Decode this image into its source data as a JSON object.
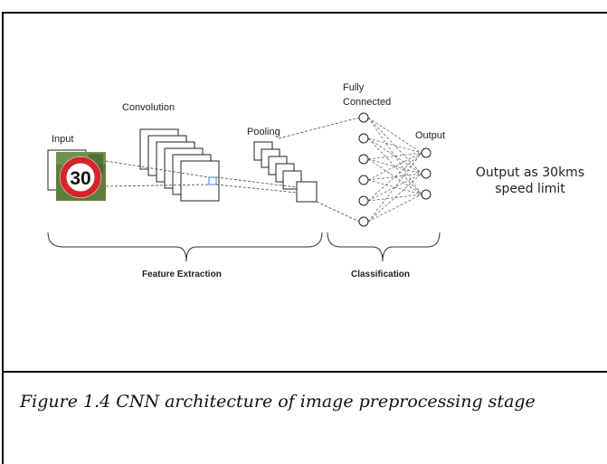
{
  "diagram": {
    "labels": {
      "input": "Input",
      "convolution": "Convolution",
      "pooling": "Pooling",
      "fully_connected_line1": "Fully",
      "fully_connected_line2": "Connected",
      "output": "Output",
      "feature_extraction": "Feature Extraction",
      "classification": "Classification"
    },
    "sign": {
      "speed_value": "30",
      "ring_color": "#d7242b",
      "background_color": "#5f7d3c"
    },
    "network": {
      "fully_connected_nodes": 6,
      "output_nodes": 3
    }
  },
  "note": {
    "line1": "Output as 30kms",
    "line2": "speed limit"
  },
  "caption": {
    "text": "Figure 1.4 CNN architecture of image preprocessing stage"
  }
}
